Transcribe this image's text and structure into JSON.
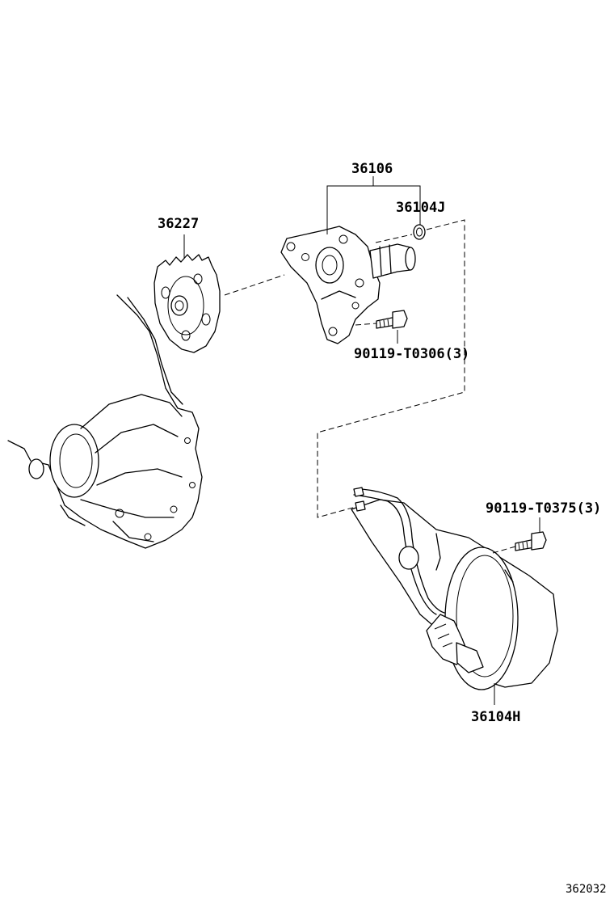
{
  "parts": {
    "p36106": "36106",
    "p36104J": "36104J",
    "p36227": "36227",
    "p90119_T0306": "90119-T0306(3)",
    "p90119_T0375": "90119-T0375(3)",
    "p36104H": "36104H"
  },
  "figure_number": "362032"
}
